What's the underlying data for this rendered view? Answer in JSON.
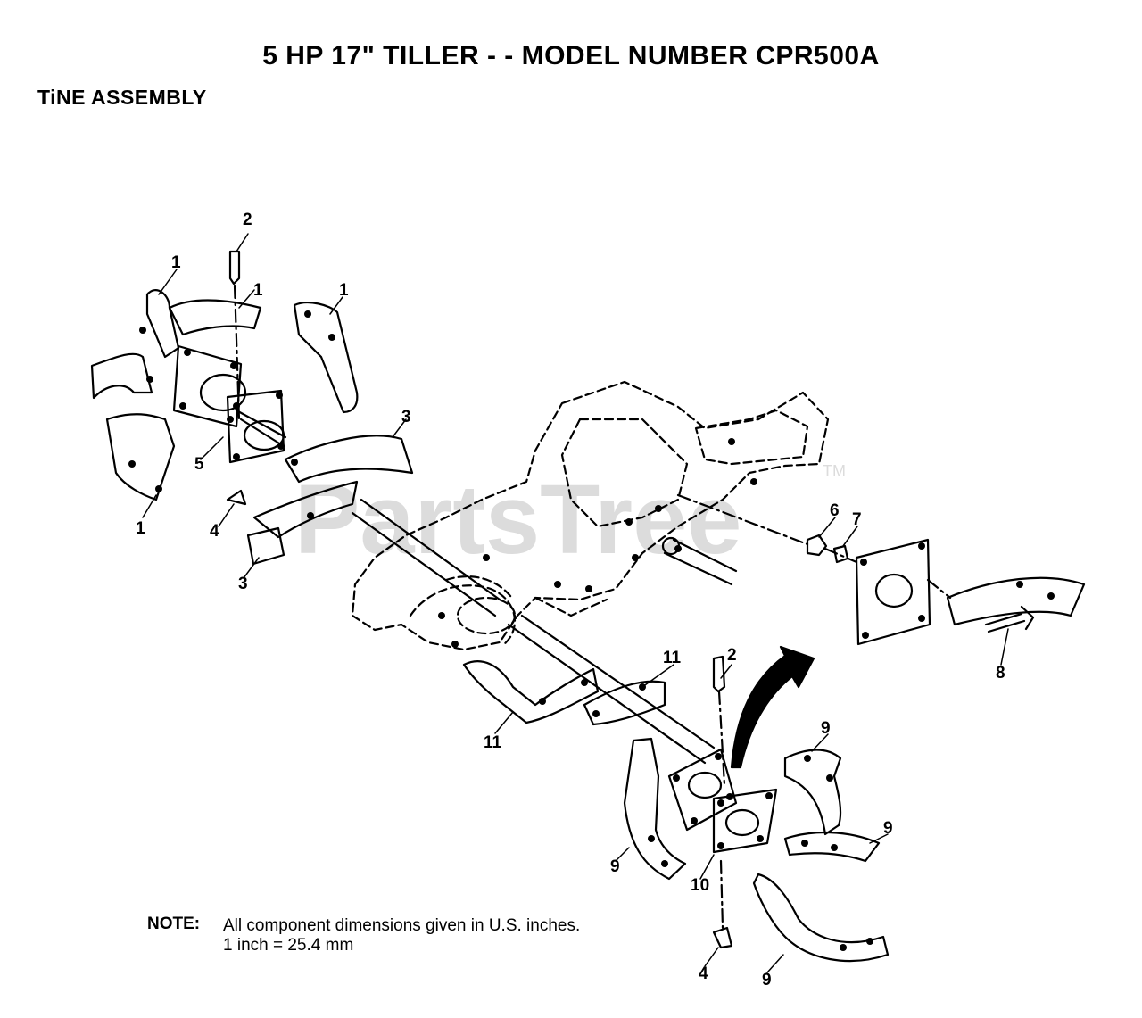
{
  "header": {
    "title": "5 HP  17\" TILLER - - MODEL NUMBER CPR500A",
    "subtitle": "TiNE ASSEMBLY"
  },
  "watermark": {
    "text": "PartsTree",
    "tm": "TM"
  },
  "note": {
    "label": "NOTE:",
    "line1": "All component dimensions given in U.S. inches.",
    "line2": "1 inch = 25.4 mm"
  },
  "callouts": {
    "c1a": "1",
    "c1b": "1",
    "c1c": "1",
    "c1d": "1",
    "c2a": "2",
    "c2b": "2",
    "c3a": "3",
    "c3b": "3",
    "c4a": "4",
    "c4b": "4",
    "c5": "5",
    "c6": "6",
    "c7": "7",
    "c8": "8",
    "c9a": "9",
    "c9b": "9",
    "c9c": "9",
    "c9d": "9",
    "c10": "10",
    "c11a": "11",
    "c11b": "11"
  }
}
